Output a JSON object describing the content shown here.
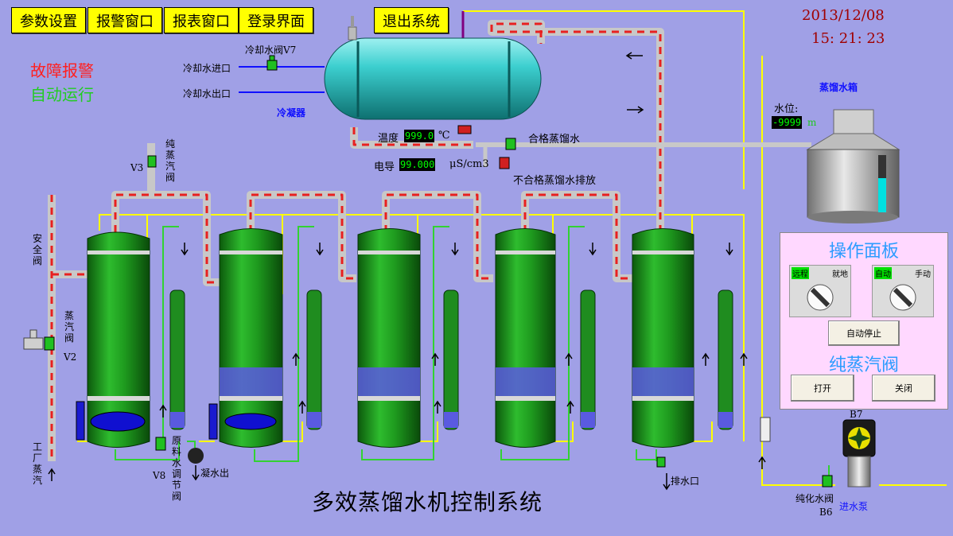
{
  "menu": {
    "params": "参数设置",
    "alarm_window": "报警窗口",
    "report_window": "报表窗口",
    "login": "登录界面",
    "exit": "退出系统"
  },
  "datetime": {
    "date": "2013/12/08",
    "time": "15: 21: 23"
  },
  "status": {
    "fault": "故障报警",
    "auto": "自动运行"
  },
  "condenser": {
    "label": "冷凝器",
    "valve_v7": "冷却水阀V7",
    "water_in": "冷却水进口",
    "water_out": "冷却水出口"
  },
  "sensors": {
    "temp_label": "温度",
    "temp_value": "999.0",
    "temp_unit": "℃",
    "cond_label": "电导",
    "cond_value": "99.000",
    "cond_unit": "μS/cm3"
  },
  "outlets": {
    "qualified": "合格蒸馏水",
    "unqualified": "不合格蒸馏水排放"
  },
  "tank": {
    "title": "蒸馏水箱",
    "level_label": "水位:",
    "level_value": "-9999",
    "level_unit": "m",
    "level_fraction": 0.6
  },
  "valves": {
    "v3_tag": "V3",
    "v3_name": "纯蒸汽阀",
    "safety": "安全阀",
    "steam_v2_name": "蒸汽阀",
    "steam_v2_tag": "V2",
    "factory_steam": "工厂蒸汽",
    "v8_tag": "V8",
    "feed_reg": "原料水调节阀",
    "condensate": "凝水出",
    "drain": "排水口",
    "pure_water_valve": "纯化水阀",
    "b6_tag": "B6",
    "b7_tag": "B7",
    "inlet_pump": "进水泵"
  },
  "panel": {
    "title": "操作面板",
    "remote": "远程",
    "local": "就地",
    "auto": "自动",
    "manual": "手动",
    "auto_stop": "自动停止",
    "steam_title": "纯蒸汽阀",
    "open": "打开",
    "close": "关闭"
  },
  "main_title": "多效蒸馏水机控制系统",
  "colors": {
    "background": "#a0a0e6",
    "menu_button": "#ffff00",
    "column_green": "#1e8a1e",
    "pipe_yellow": "#ffff00",
    "pipe_green": "#32d232",
    "steam_red": "#e02020",
    "panel_bg": "#ffd8ff",
    "panel_title": "#2c9cff",
    "fault": "#ff2020",
    "auto": "#22cc22",
    "datetime": "#a00000"
  }
}
